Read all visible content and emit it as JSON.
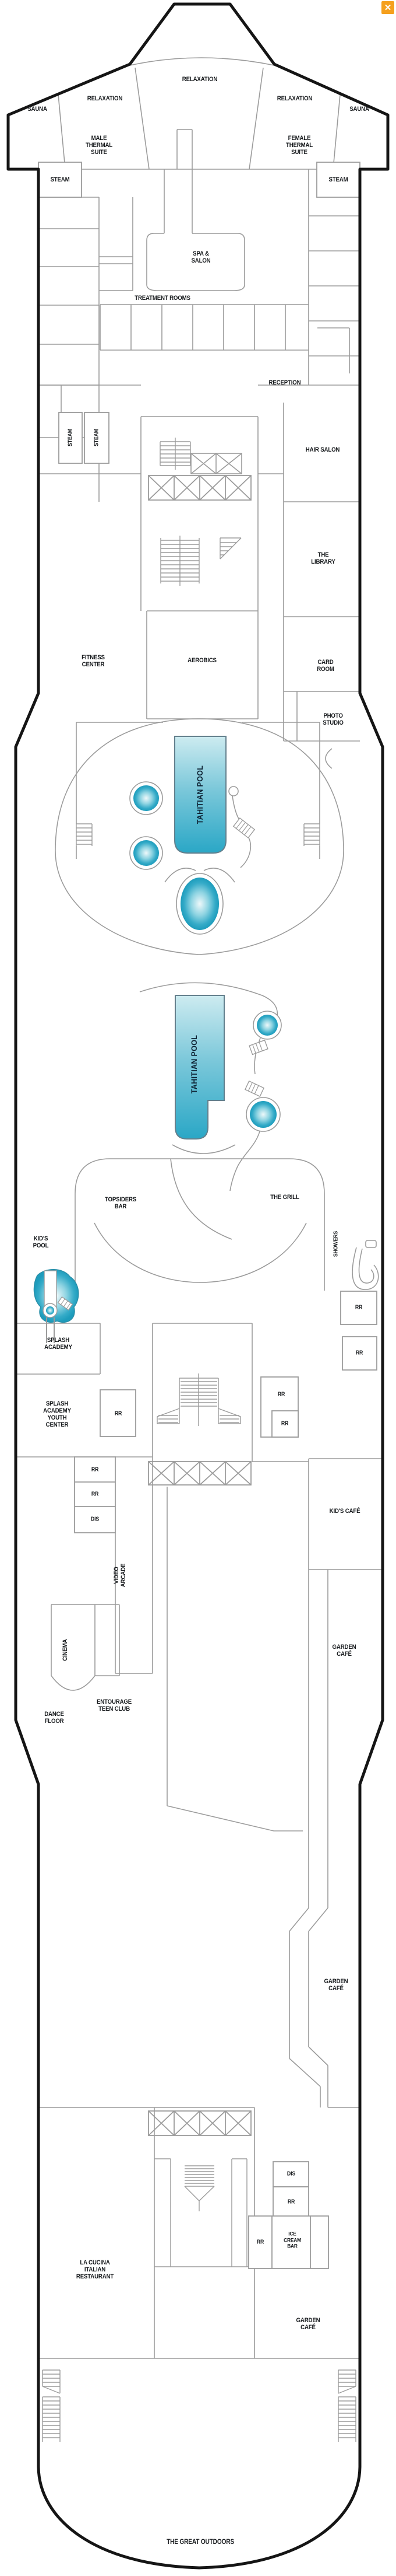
{
  "window": {
    "close_label": "✕"
  },
  "colors": {
    "accent_orange": "#F5A01E",
    "pool_teal": "#2AA7C6",
    "pool_light": "#C9E9EE",
    "line_gray": "#9B9B9B",
    "hull_black": "#151515",
    "label_black": "#15181B"
  },
  "deck": {
    "labels": {
      "relaxation_center": "RELAXATION",
      "relaxation_left": "RELAXATION",
      "relaxation_right": "RELAXATION",
      "sauna_left": "SAUNA",
      "sauna_right": "SAUNA",
      "male_thermal_suite": [
        "MALE",
        "THERMAL",
        "SUITE"
      ],
      "female_thermal_suite": [
        "FEMALE",
        "THERMAL",
        "SUITE"
      ],
      "steam_top_left": "STEAM",
      "steam_top_right": "STEAM",
      "spa_salon": [
        "SPA &",
        "SALON"
      ],
      "treatment_rooms": "TREATMENT ROOMS",
      "reception": "RECEPTION",
      "steam_v1": "STEAM",
      "steam_v2": "STEAM",
      "hair_salon": "HAIR SALON",
      "the_library": [
        "THE",
        "LIBRARY"
      ],
      "fitness_center": [
        "FITNESS",
        "CENTER"
      ],
      "aerobics": "AEROBICS",
      "card_room": [
        "CARD",
        "ROOM"
      ],
      "photo_studio": [
        "PHOTO",
        "STUDIO"
      ],
      "tahitian_pool_1": "TAHITIAN POOL",
      "tahitian_pool_2": "TAHITIAN POOL",
      "topsiders_bar": [
        "TOPSIDERS",
        "BAR"
      ],
      "the_grill": "THE GRILL",
      "kids_pool": [
        "KID'S",
        "POOL"
      ],
      "showers": "SHOWERS",
      "rr_shower_1": "RR",
      "rr_shower_2": "RR",
      "splash_academy": [
        "SPLASH",
        "ACADEMY"
      ],
      "splash_academy_youth_center": [
        "SPLASH",
        "ACADEMY",
        "YOUTH",
        "CENTER"
      ],
      "rr_youth": "RR",
      "rr_mid_1": "RR",
      "rr_mid_2": "RR",
      "rr_stack_1": "RR",
      "rr_stack_2": "RR",
      "dis_stack": "DIS",
      "kids_cafe": "KID'S CAFÉ",
      "video_arcade": [
        "VIDEO",
        "ARCADE"
      ],
      "cinema": "CINEMA",
      "garden_cafe_1": [
        "GARDEN",
        "CAFÉ"
      ],
      "entourage_teen_club": [
        "ENTOURAGE",
        "TEEN CLUB"
      ],
      "dance_floor": [
        "DANCE",
        "FLOOR"
      ],
      "garden_cafe_2": [
        "GARDEN",
        "CAFÉ"
      ],
      "dis_aft": "DIS",
      "rr_aft_1": "RR",
      "rr_aft_2": "RR",
      "ice_cream_bar": [
        "ICE",
        "CREAM",
        "BAR"
      ],
      "la_cucina": [
        "LA CUCINA",
        "ITALIAN",
        "RESTAURANT"
      ],
      "garden_cafe_3": [
        "GARDEN",
        "CAFÉ"
      ],
      "great_outdoors": "THE GREAT OUTDOORS"
    }
  }
}
